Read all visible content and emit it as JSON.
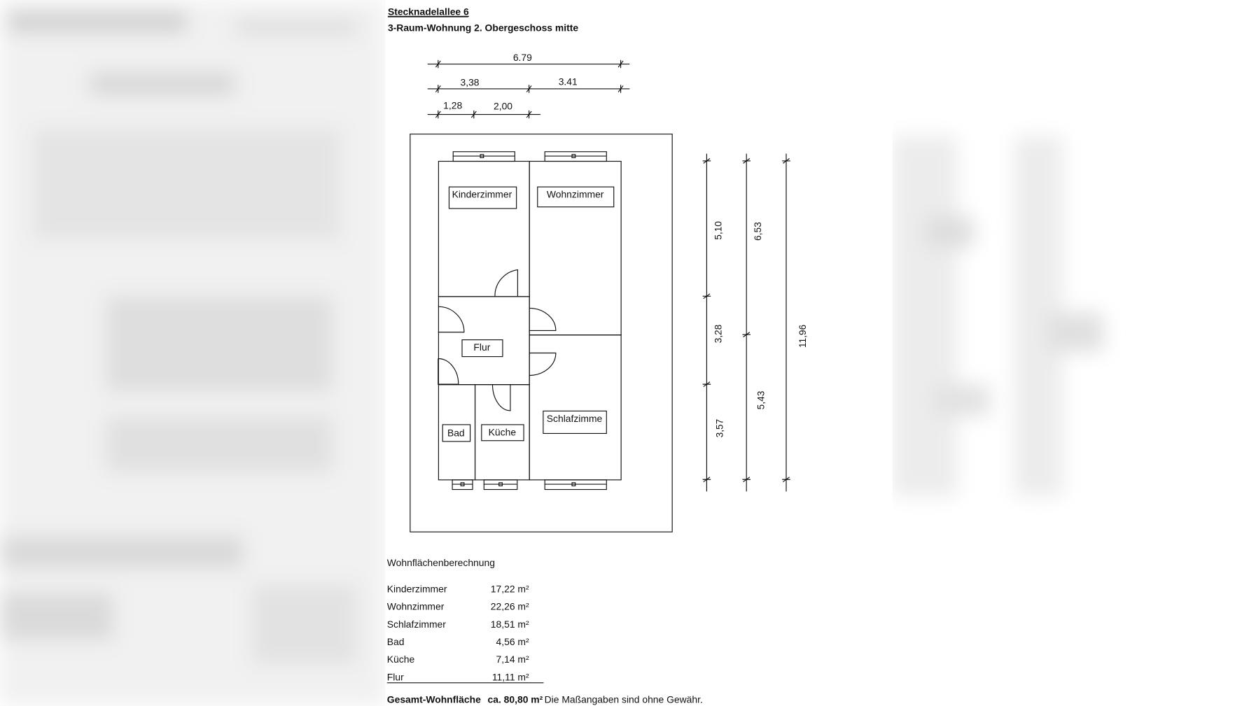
{
  "header": {
    "address": "Stecknadelallee 6",
    "subtitle": "3-Raum-Wohnung 2. Obergeschoss mitte"
  },
  "dimensions": {
    "horizontal": {
      "total": "6.79",
      "row2": [
        "3,38",
        "3.41"
      ],
      "row3": [
        "1,28",
        "2,00"
      ]
    },
    "vertical": {
      "col1": [
        "5,10",
        "3,28",
        "3,57"
      ],
      "col2": [
        "6,53",
        "5,43"
      ],
      "col3": "11,96"
    }
  },
  "rooms": {
    "kinderzimmer": "Kinderzimmer",
    "wohnzimmer": "Wohnzimmer",
    "flur": "Flur",
    "schlafzimmer": "Schlafzimme",
    "bad": "Bad",
    "kueche": "Küche"
  },
  "area_table": {
    "heading": "Wohnflächenberechnung",
    "rows": [
      {
        "room": "Kinderzimmer",
        "area": "17,22 m²"
      },
      {
        "room": "Wohnzimmer",
        "area": "22,26 m²"
      },
      {
        "room": "Schlafzimmer",
        "area": "18,51 m²"
      },
      {
        "room": "Bad",
        "area": "4,56 m²"
      },
      {
        "room": "Küche",
        "area": "7,14 m²"
      },
      {
        "room": "Flur",
        "area": "11,11 m²"
      }
    ],
    "total_label": "Gesamt-Wohnfläche",
    "total_value": "ca. 80,80 m²",
    "disclaimer": "Die Maßangaben sind ohne Gewähr."
  }
}
